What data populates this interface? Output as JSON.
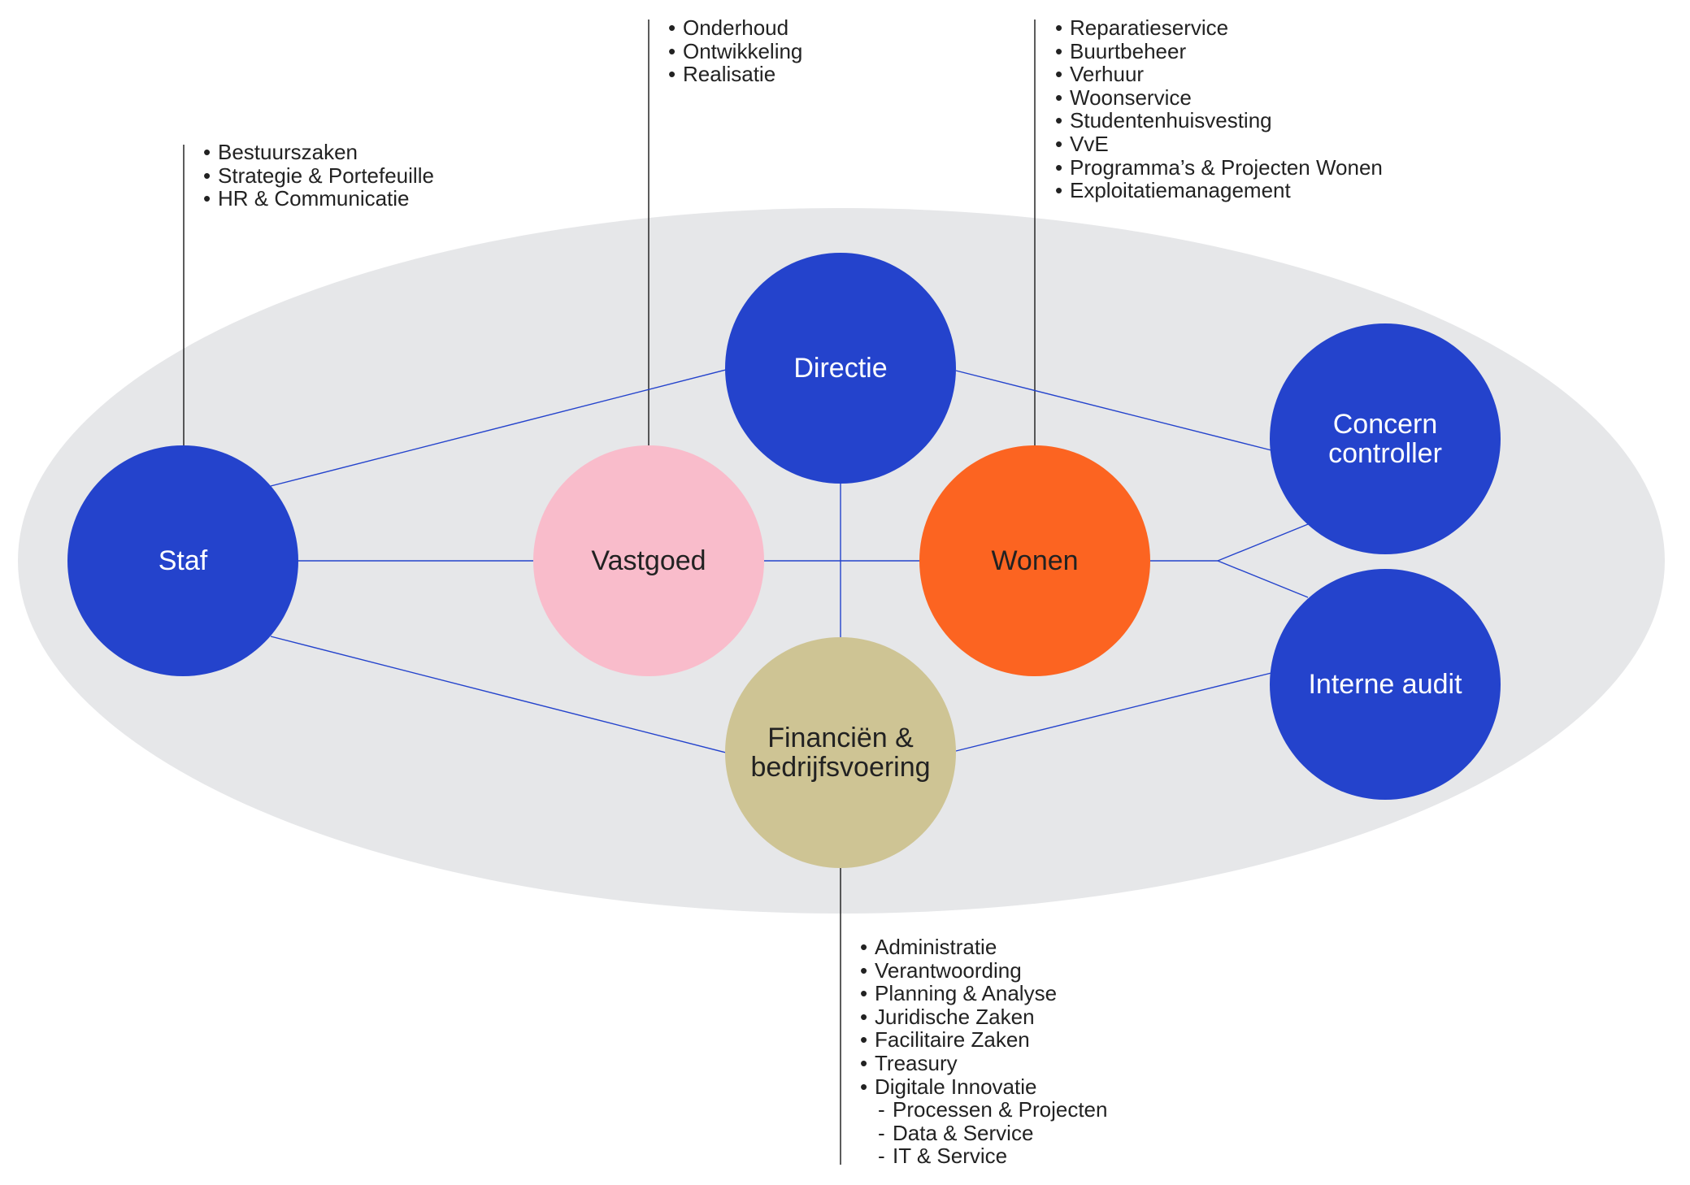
{
  "colors": {
    "background_ellipse": "#e6e7e9",
    "blue": "#2443cc",
    "pink": "#f9bccb",
    "orange": "#fc6421",
    "tan": "#cec494",
    "connector": "#2443cc",
    "leader": "#333333",
    "text_dark": "#222222",
    "text_light": "#ffffff"
  },
  "nodes": [
    {
      "id": "staf",
      "lines": [
        "Staf"
      ],
      "fill": "#2443cc",
      "text_color": "#ffffff"
    },
    {
      "id": "vastgoed",
      "lines": [
        "Vastgoed"
      ],
      "fill": "#f9bccb",
      "text_color": "#222222"
    },
    {
      "id": "directie",
      "lines": [
        "Directie"
      ],
      "fill": "#2443cc",
      "text_color": "#ffffff"
    },
    {
      "id": "wonen",
      "lines": [
        "Wonen"
      ],
      "fill": "#fc6421",
      "text_color": "#222222"
    },
    {
      "id": "financien",
      "lines": [
        "Financiën &",
        "bedrijfsvoering"
      ],
      "fill": "#cec494",
      "text_color": "#222222"
    },
    {
      "id": "concern-controller",
      "lines": [
        "Concern",
        "controller"
      ],
      "fill": "#2443cc",
      "text_color": "#ffffff"
    },
    {
      "id": "interne-audit",
      "lines": [
        "Interne audit"
      ],
      "fill": "#2443cc",
      "text_color": "#ffffff"
    }
  ],
  "lists": {
    "staf": {
      "items": [
        {
          "text": "Bestuurszaken",
          "sub": false
        },
        {
          "text": "Strategie & Portefeuille",
          "sub": false
        },
        {
          "text": "HR & Communicatie",
          "sub": false
        }
      ]
    },
    "vastgoed": {
      "items": [
        {
          "text": "Onderhoud",
          "sub": false
        },
        {
          "text": "Ontwikkeling",
          "sub": false
        },
        {
          "text": "Realisatie",
          "sub": false
        }
      ]
    },
    "wonen": {
      "items": [
        {
          "text": "Reparatieservice",
          "sub": false
        },
        {
          "text": "Buurtbeheer",
          "sub": false
        },
        {
          "text": "Verhuur",
          "sub": false
        },
        {
          "text": "Woonservice",
          "sub": false
        },
        {
          "text": "Studentenhuisvesting",
          "sub": false
        },
        {
          "text": "VvE",
          "sub": false
        },
        {
          "text": "Programma’s & Projecten Wonen",
          "sub": false
        },
        {
          "text": "Exploitatiemanagement",
          "sub": false
        }
      ]
    },
    "financien": {
      "items": [
        {
          "text": "Administratie",
          "sub": false
        },
        {
          "text": "Verantwoording",
          "sub": false
        },
        {
          "text": "Planning & Analyse",
          "sub": false
        },
        {
          "text": "Juridische Zaken",
          "sub": false
        },
        {
          "text": "Facilitaire Zaken",
          "sub": false
        },
        {
          "text": "Treasury",
          "sub": false
        },
        {
          "text": "Digitale Innovatie",
          "sub": false
        },
        {
          "text": "Processen & Projecten",
          "sub": true
        },
        {
          "text": "Data & Service",
          "sub": true
        },
        {
          "text": "IT & Service",
          "sub": true
        }
      ]
    }
  },
  "markers": {
    "bullet": "•",
    "dash": "-"
  }
}
